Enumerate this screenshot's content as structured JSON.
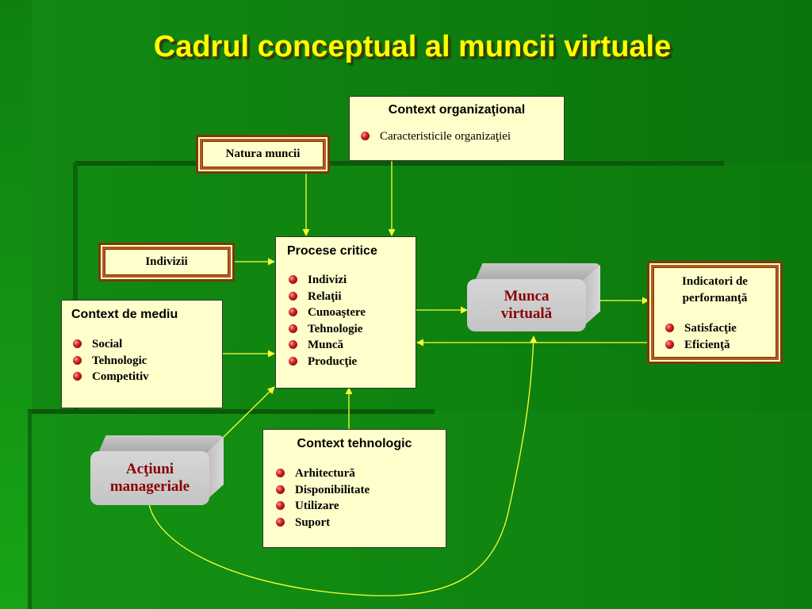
{
  "title": "Cadrul conceptual al muncii virtuale",
  "context_organizational": {
    "heading": "Context organizaţional",
    "items": [
      "Caracteristicile organizaţiei"
    ]
  },
  "natura_muncii": {
    "label": "Natura muncii"
  },
  "indivizii": {
    "label": "Indivizii"
  },
  "procese_critice": {
    "heading": "Procese critice",
    "items": [
      "Indivizi",
      "Relaţii",
      "Cunoaştere",
      "Tehnologie",
      "Muncă",
      "Producţie"
    ]
  },
  "context_mediu": {
    "heading": "Context de mediu",
    "items": [
      "Social",
      "Tehnologic",
      "Competitiv"
    ]
  },
  "munca_virtuala": {
    "line1": "Munca",
    "line2": "virtuală"
  },
  "indicatori": {
    "heading_line1": "Indicatori de",
    "heading_line2": "performanţă",
    "items": [
      "Satisfacţie",
      "Eficienţă"
    ]
  },
  "actiuni_manageriale": {
    "line1": "Acţiuni",
    "line2": "manageriale"
  },
  "context_tehnologic": {
    "heading": "Context tehnologic",
    "items": [
      "Arhitectură",
      "Disponibilitate",
      "Utilizare",
      "Suport"
    ]
  },
  "colors": {
    "background": "#0f800f",
    "title": "#ffff00",
    "box_fill": "#ffffcc",
    "frame_border": "#7a3a0a",
    "block_text": "#8b0000",
    "connector": "#ffff33",
    "bullet": "#d02020"
  }
}
